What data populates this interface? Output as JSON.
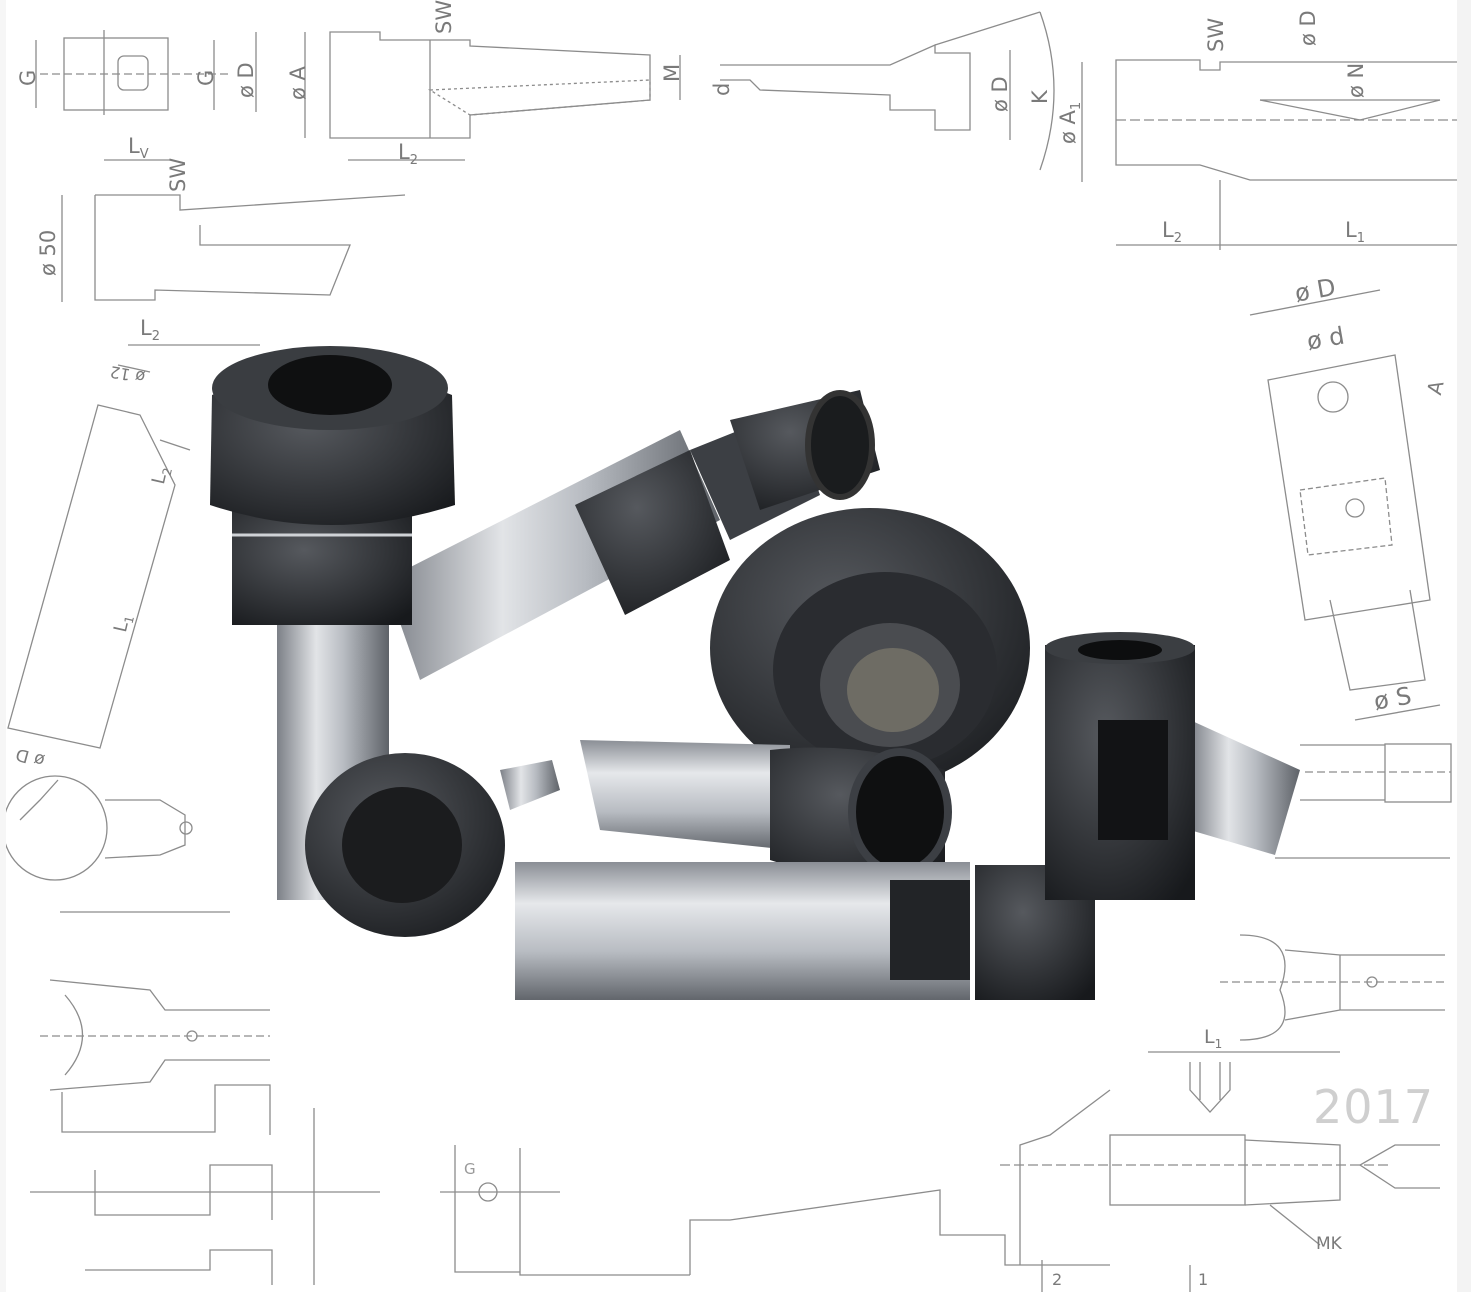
{
  "drawing_labels": {
    "g_left": "G",
    "g_mid": "G",
    "d_small": "ø D",
    "lv": "L",
    "lv_sub": "V",
    "sw_top": "SW",
    "sw_left": "SW",
    "a_top": "ø A",
    "l2_top": "L",
    "l2_sub": "2",
    "m_top": "M",
    "d_mid": "ø D",
    "k_top": "K",
    "d_tiny": "d",
    "sw_right": "SW",
    "d_right": "ø D",
    "n_right": "ø N",
    "a1_right": "ø A",
    "a1_sub": "1",
    "l2_right": "L",
    "l2_right_sub": "2",
    "l1_right": "L",
    "l1_right_sub": "1",
    "dia50": "ø 50",
    "l2_left": "L",
    "l2_left_sub": "2",
    "dia12": "ø 12",
    "l2_slant": "L",
    "l2_slant_sub": "2",
    "l1_slant": "L",
    "l1_slant_sub": "1",
    "d_slant": "ø D",
    "d_detail": "ø D",
    "d_small_detail": "ø d",
    "a_detail": "A",
    "s_detail": "ø S",
    "l1_bottom": "L",
    "l1_bottom_sub": "1",
    "g_bottom": "G",
    "mk": "MK",
    "num_2": "2",
    "num_1": "1"
  },
  "year": "2017",
  "palette": {
    "line": "#8c8c8c",
    "metal_dark": "#2b2d30",
    "metal_light": "#c9ccd0"
  }
}
